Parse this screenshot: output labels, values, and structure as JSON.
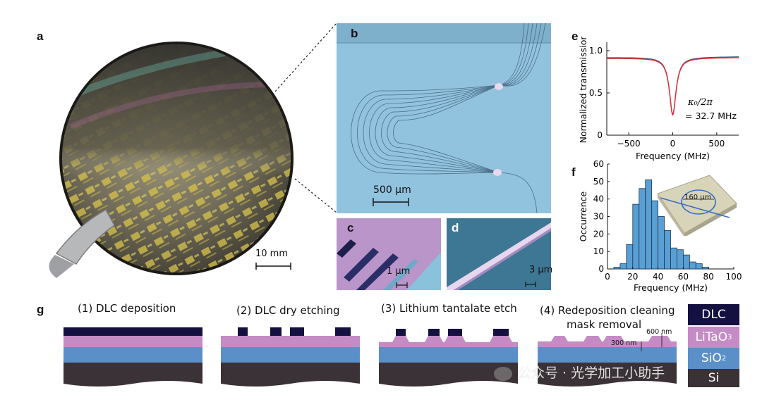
{
  "panels": {
    "a": "a",
    "b": "b",
    "c": "c",
    "d": "d",
    "e": "e",
    "f": "f",
    "g": "g"
  },
  "wafer": {
    "scale_bar": "10 mm"
  },
  "micro_b": {
    "scale_bar": "500 µm"
  },
  "micro_c": {
    "scale_bar": "1 µm"
  },
  "micro_d": {
    "scale_bar": "3 µm"
  },
  "inset_f": {
    "label": "160 µm"
  },
  "process_steps": [
    {
      "label": "(1)  DLC deposition"
    },
    {
      "label": "(2)  DLC dry etching"
    },
    {
      "label": "(3)  Lithium tantalate etch"
    },
    {
      "label": "(4)  Redeposition cleaning",
      "label2": "mask removal"
    }
  ],
  "dimensions": {
    "d600": "600 nm",
    "d300": "300 nm"
  },
  "legend": [
    {
      "name": "DLC",
      "color": "#14103f",
      "text_color": "#ffffff"
    },
    {
      "name": "LiTaO",
      "sub": "3",
      "color": "#c48bc4",
      "text_color": "#ffffff"
    },
    {
      "name": "SiO",
      "sub": "2",
      "color": "#5b8fc8",
      "text_color": "#ffffff"
    },
    {
      "name": "Si",
      "color": "#3a3236",
      "text_color": "#ffffff"
    }
  ],
  "colors": {
    "dlc": "#14103f",
    "litao3": "#c48bc4",
    "sio2": "#5b8fc8",
    "si": "#3a3236",
    "hist": "#5a9fd4",
    "fit": "#e0303a",
    "data": "#2a5a8a",
    "micro_bg": "#8fc0dc"
  },
  "watermark": "公众号 · 光学加工小助手",
  "chart_data": [
    {
      "type": "line",
      "panel": "e",
      "ylabel": "Normalized transmission",
      "xlabel": "Frequency (MHz)",
      "xticks": [
        -500,
        0,
        500
      ],
      "yticks": [
        "0",
        "0.5",
        "1.0"
      ],
      "xlim": [
        -750,
        750
      ],
      "ylim": [
        0,
        1.1
      ],
      "annotation_line1": "κ₀/2π",
      "annotation_line2": "= 32.7 MHz",
      "series": [
        {
          "role": "data",
          "dip_center": 0,
          "dip_min": 0.25,
          "baseline_left": 0.92,
          "baseline_right": 0.93
        },
        {
          "role": "fit",
          "dip_center": 0,
          "dip_min": 0.24,
          "baseline_left": 0.91,
          "baseline_right": 0.92
        }
      ]
    },
    {
      "type": "bar",
      "panel": "f",
      "ylabel": "Occurrence",
      "xlabel": "Frequency (MHz)",
      "xticks": [
        0,
        20,
        40,
        60,
        80,
        100
      ],
      "yticks": [
        0,
        10,
        20,
        30,
        40,
        50,
        60
      ],
      "xlim": [
        0,
        100
      ],
      "ylim": [
        0,
        60
      ],
      "bin_width": 5,
      "bins": [
        {
          "start": 5,
          "count": 1
        },
        {
          "start": 10,
          "count": 3
        },
        {
          "start": 15,
          "count": 14
        },
        {
          "start": 20,
          "count": 37
        },
        {
          "start": 25,
          "count": 46
        },
        {
          "start": 30,
          "count": 51
        },
        {
          "start": 35,
          "count": 39
        },
        {
          "start": 40,
          "count": 30
        },
        {
          "start": 45,
          "count": 22
        },
        {
          "start": 50,
          "count": 12
        },
        {
          "start": 55,
          "count": 11
        },
        {
          "start": 60,
          "count": 8
        },
        {
          "start": 65,
          "count": 4
        },
        {
          "start": 70,
          "count": 3
        },
        {
          "start": 75,
          "count": 1
        }
      ]
    }
  ]
}
